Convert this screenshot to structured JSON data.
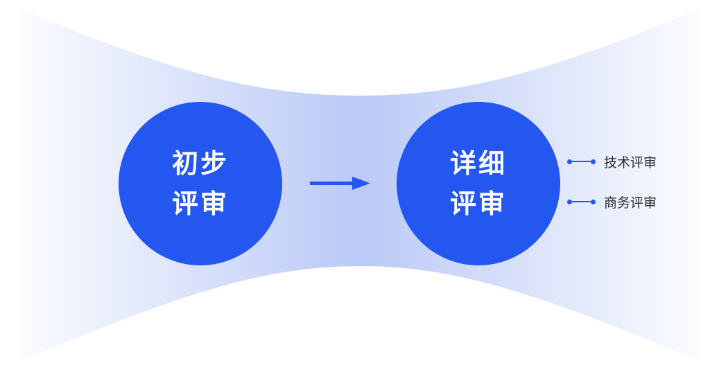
{
  "diagram": {
    "nodes": [
      {
        "id": "initial-review",
        "lines": [
          "初步",
          "评审"
        ]
      },
      {
        "id": "detailed-review",
        "lines": [
          "详细",
          "评审"
        ]
      }
    ],
    "edges": [
      {
        "from": "initial-review",
        "to": "detailed-review"
      }
    ],
    "branches": [
      {
        "parent": "detailed-review",
        "label": "技术评审"
      },
      {
        "parent": "detailed-review",
        "label": "商务评审"
      }
    ]
  },
  "colors": {
    "node_fill": "#2456f0",
    "node_text": "#ffffff",
    "arrow": "#2456f0",
    "band": "#bac9f7",
    "branch_text": "#2b2b2b"
  }
}
